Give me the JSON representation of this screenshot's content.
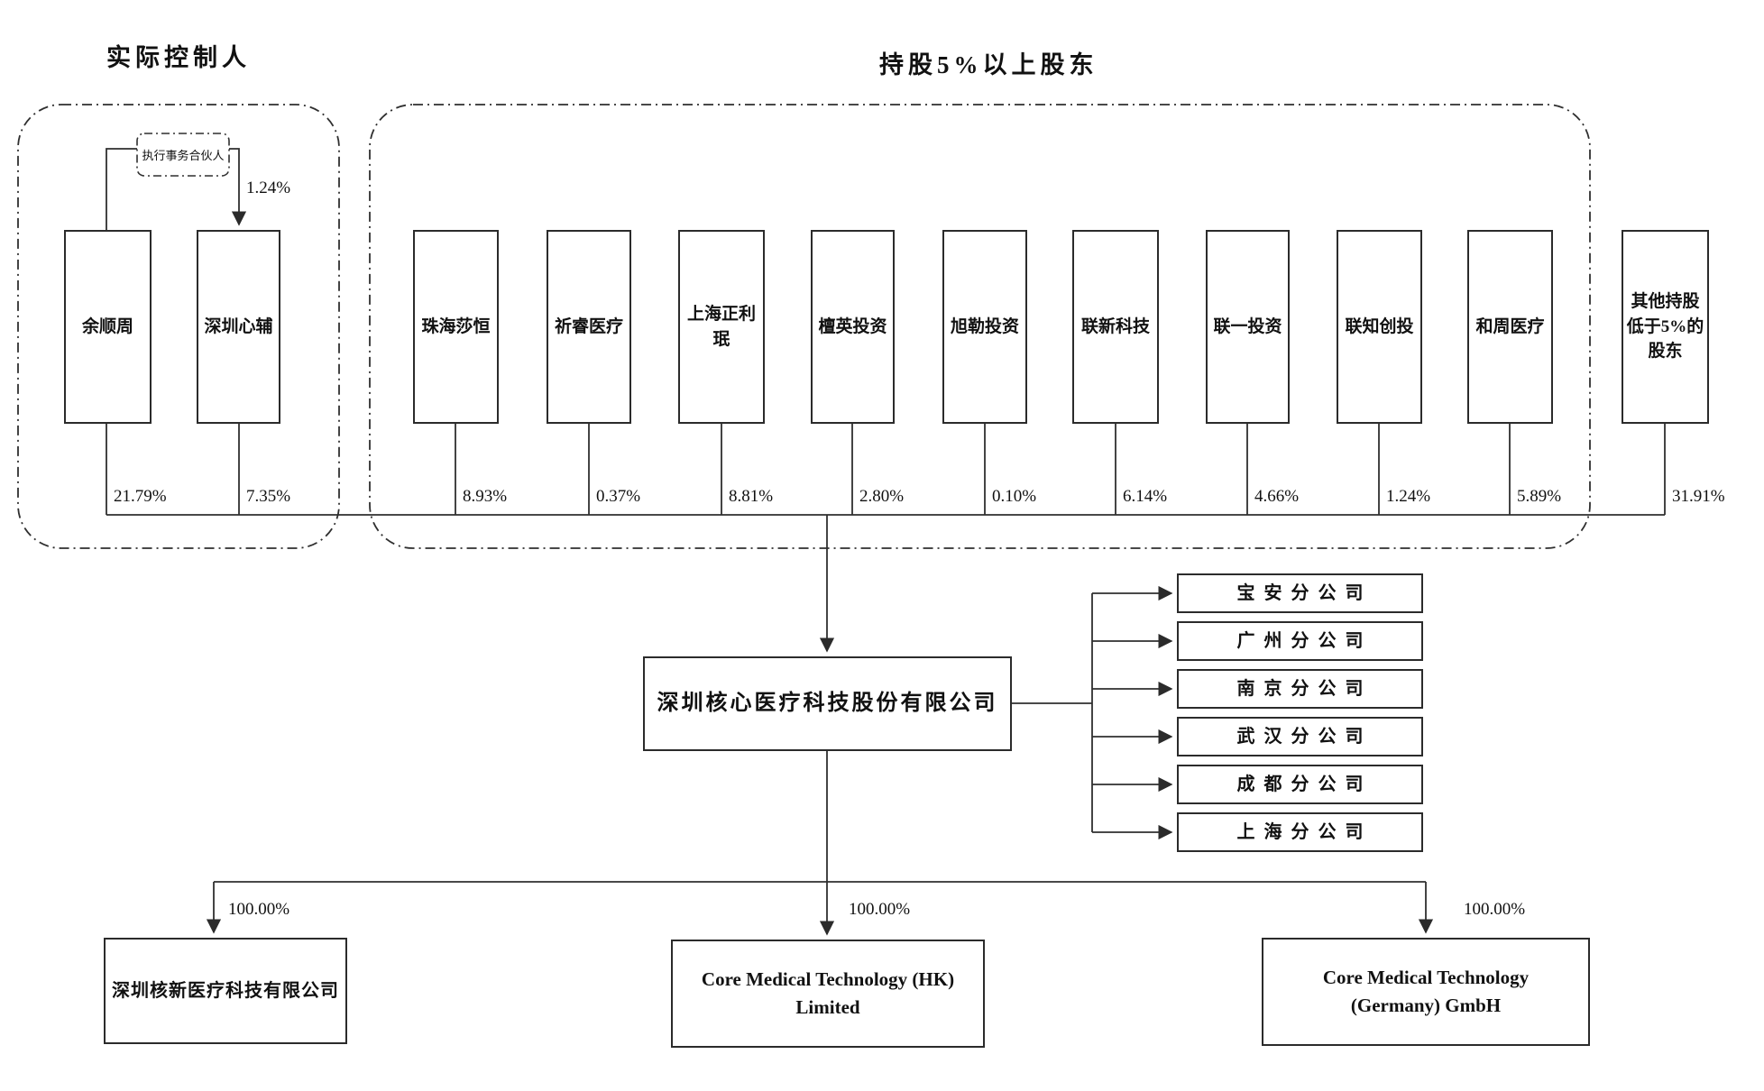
{
  "diagram": {
    "controller_section": {
      "title": "实际控制人",
      "partner_note": "执行事务合伙人",
      "partner_pct": "1.24%",
      "entities": [
        {
          "name": "余顺周",
          "pct": "21.79%"
        },
        {
          "name": "深圳心辅",
          "pct": "7.35%"
        }
      ]
    },
    "major_shareholders_section": {
      "title": "持股5%以上股东",
      "entities": [
        {
          "name": "珠海莎恒",
          "pct": "8.93%"
        },
        {
          "name": "祈睿医疗",
          "pct": "0.37%"
        },
        {
          "name": "上海正利珉",
          "pct": "8.81%"
        },
        {
          "name": "檀英投资",
          "pct": "2.80%"
        },
        {
          "name": "旭勒投资",
          "pct": "0.10%"
        },
        {
          "name": "联新科技",
          "pct": "6.14%"
        },
        {
          "name": "联一投资",
          "pct": "4.66%"
        },
        {
          "name": "联知创投",
          "pct": "1.24%"
        },
        {
          "name": "和周医疗",
          "pct": "5.89%"
        }
      ]
    },
    "other_shareholders": {
      "name": "其他持股低于5%的股东",
      "pct": "31.91%"
    },
    "company": {
      "name": "深圳核心医疗科技股份有限公司"
    },
    "branches": [
      {
        "name": "宝安分公司"
      },
      {
        "name": "广州分公司"
      },
      {
        "name": "南京分公司"
      },
      {
        "name": "武汉分公司"
      },
      {
        "name": "成都分公司"
      },
      {
        "name": "上海分公司"
      }
    ],
    "subsidiaries": [
      {
        "name": "深圳核新医疗科技有限公司",
        "pct": "100.00%"
      },
      {
        "name": "Core Medical Technology (HK) Limited",
        "pct": "100.00%"
      },
      {
        "name": "Core Medical Technology (Germany) GmbH",
        "pct": "100.00%"
      }
    ]
  }
}
